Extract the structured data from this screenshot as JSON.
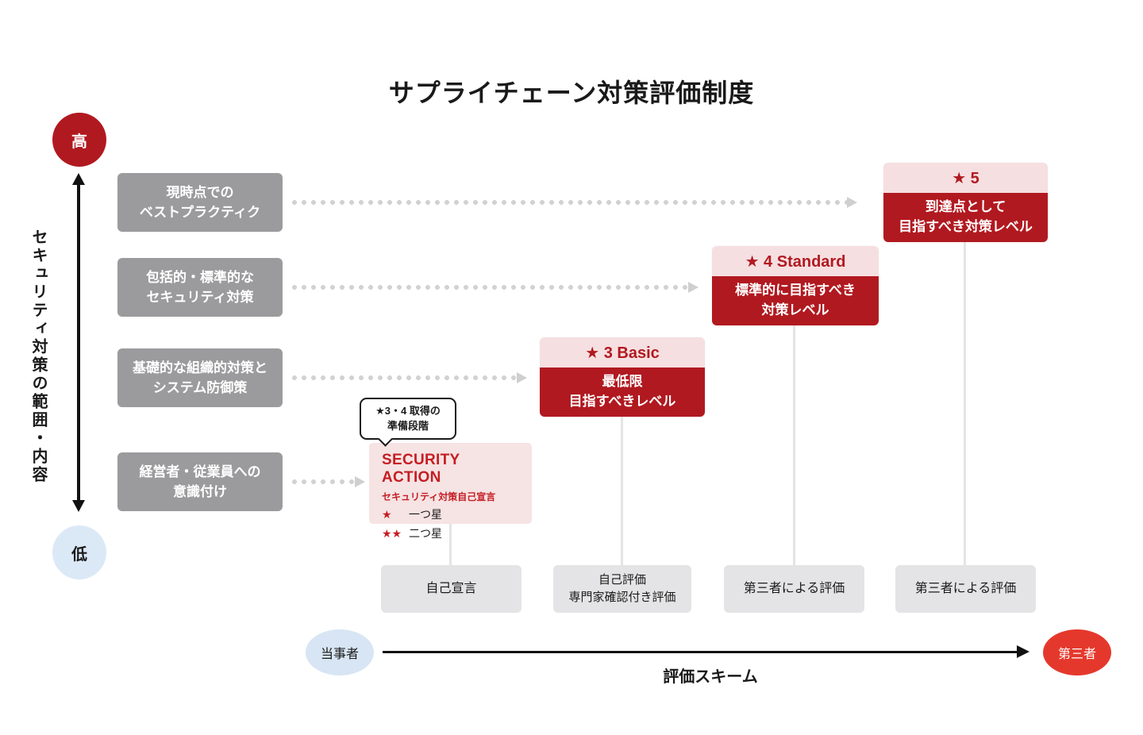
{
  "title": "サプライチェーン対策評価制度",
  "y_axis": {
    "high_label": "高",
    "low_label": "低",
    "axis_label": "セキュリティ対策の範囲・内容"
  },
  "scope_items": [
    {
      "label": "現時点での\nベストプラクティク"
    },
    {
      "label": "包括的・標準的な\nセキュリティ対策"
    },
    {
      "label": "基礎的な組織的対策と\nシステム防御策"
    },
    {
      "label": "経営者・従業員への\n意識付け"
    }
  ],
  "levels": [
    {
      "header": "★ 3 Basic",
      "body": "最低限\n目指すべきレベル"
    },
    {
      "header": "★ 4 Standard",
      "body": "標準的に目指すべき\n対策レベル"
    },
    {
      "header": "★ 5",
      "body": "到達点として\n目指すべき対策レベル"
    }
  ],
  "security_action": {
    "callout": "★3・4 取得の\n準備段階",
    "title": "SECURITY ACTION",
    "subtitle": "セキュリティ対策自己宣言",
    "stars": [
      {
        "stars": "★",
        "label": "一つ星"
      },
      {
        "stars": "★★",
        "label": "二つ星"
      }
    ]
  },
  "evaluation_boxes": [
    {
      "label": "自己宣言"
    },
    {
      "label": "自己評価\n専門家確認付き評価"
    },
    {
      "label": "第三者による評価"
    },
    {
      "label": "第三者による評価"
    }
  ],
  "bottom_axis": {
    "left_label": "当事者",
    "right_label": "第三者",
    "axis_label": "評価スキーム"
  },
  "colors": {
    "dark_red": "#b11920",
    "pink_header": "#f6dfe1",
    "security_pink": "#f6e3e3",
    "gray_box": "#9b9b9d",
    "eval_gray": "#e4e4e6",
    "light_blue": "#d7e5f4",
    "bright_red": "#e5382c",
    "dot_gray": "#d2d2d2"
  }
}
